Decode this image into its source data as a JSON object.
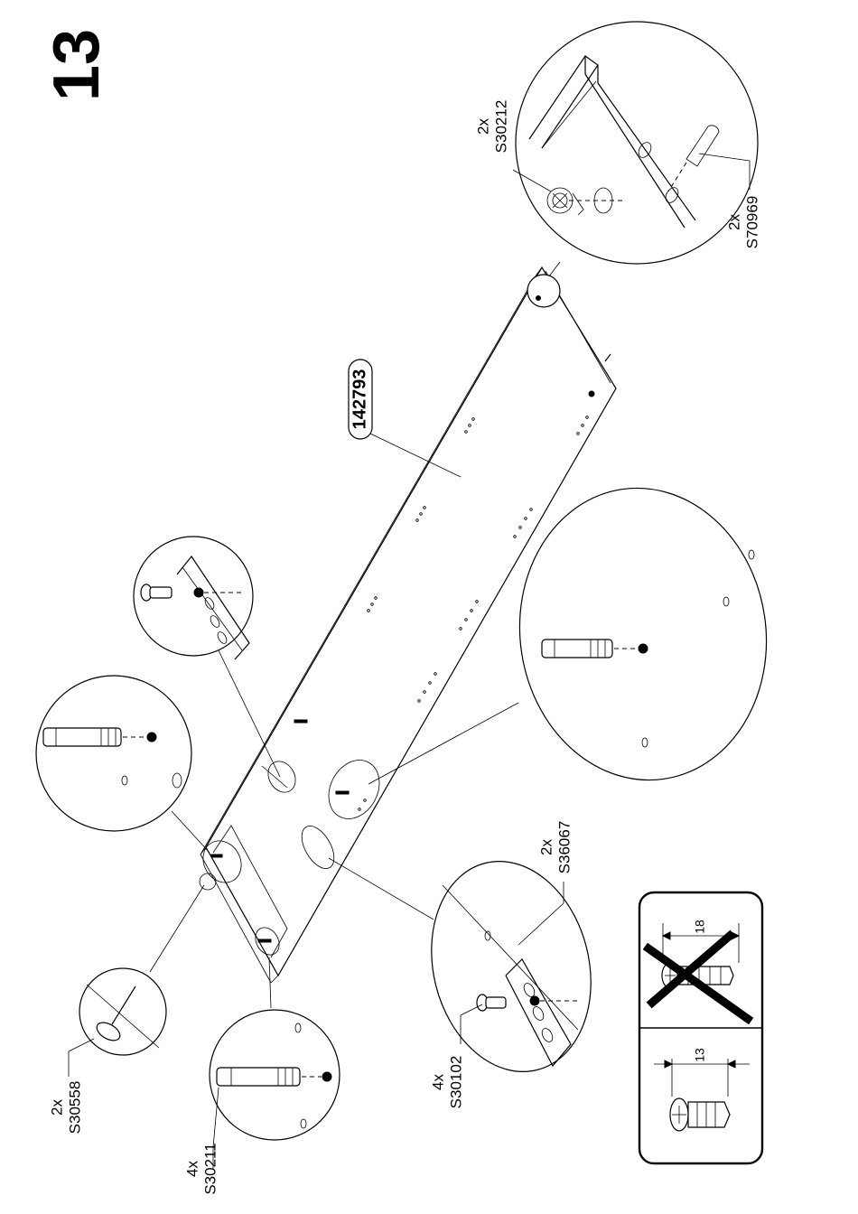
{
  "step": {
    "number": "13"
  },
  "panel_callout": "142793",
  "parts": {
    "s30212": {
      "qty": "2x",
      "code": "S30212"
    },
    "s70969": {
      "qty": "2x",
      "code": "S70969"
    },
    "s36067": {
      "qty": "2x",
      "code": "S36067"
    },
    "s30102": {
      "qty": "4x",
      "code": "S30102"
    },
    "s30558": {
      "qty": "2x",
      "code": "S30558"
    },
    "s30211": {
      "qty": "4x",
      "code": "S30211"
    }
  },
  "screw_guide": {
    "correct_length": "13",
    "wrong_length": "18"
  }
}
